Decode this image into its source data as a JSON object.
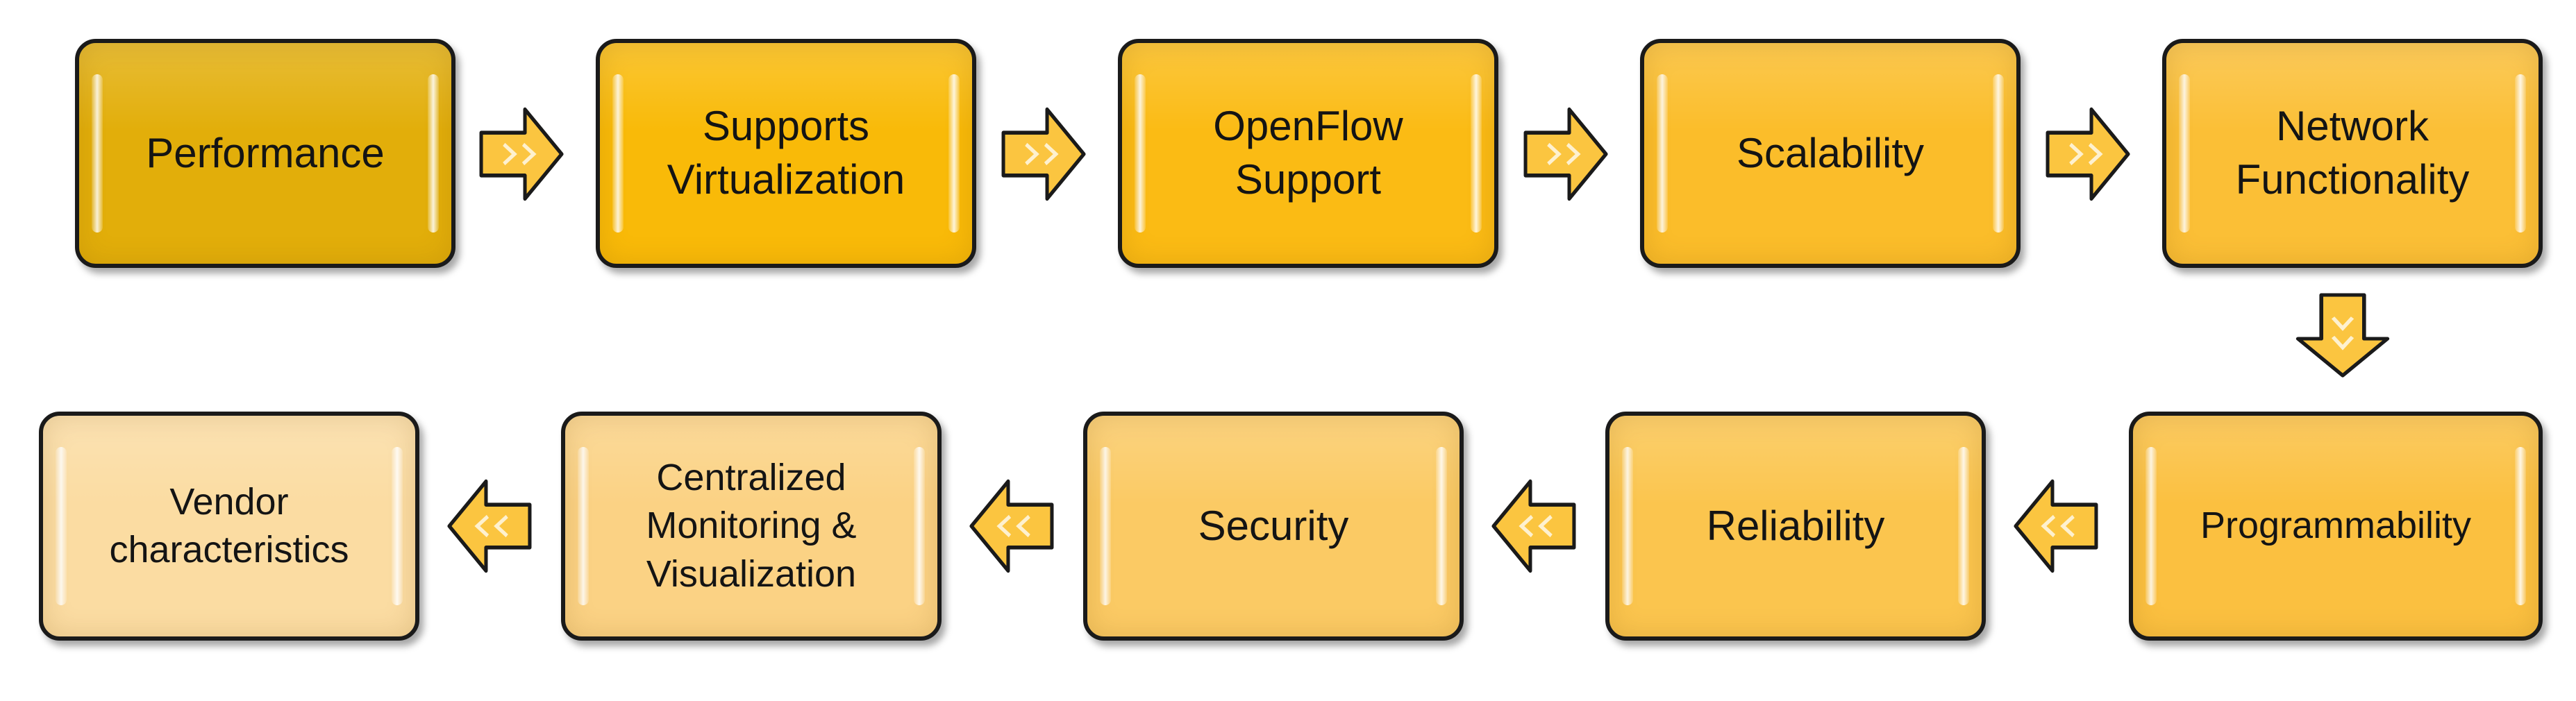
{
  "steps": [
    {
      "label": "Performance",
      "color": "#E2AE0A"
    },
    {
      "label": "Supports\nVirtualization",
      "color": "#F9BA08"
    },
    {
      "label": "OpenFlow\nSupport",
      "color": "#FBBB14"
    },
    {
      "label": "Scalability",
      "color": "#FBBD2A"
    },
    {
      "label": "Network\nFunctionality",
      "color": "#FBBF36"
    },
    {
      "label": "Programmability",
      "color": "#FBC040"
    },
    {
      "label": "Reliability",
      "color": "#FBC54E"
    },
    {
      "label": "Security",
      "color": "#FBCA64"
    },
    {
      "label": "Centralized\nMonitoring &\nVisualization",
      "color": "#FBD284"
    },
    {
      "label": "Vendor\ncharacteristics",
      "color": "#FBDCA2"
    }
  ],
  "arrow_color": "#FBC540",
  "outline_color": "#1A1A1A"
}
